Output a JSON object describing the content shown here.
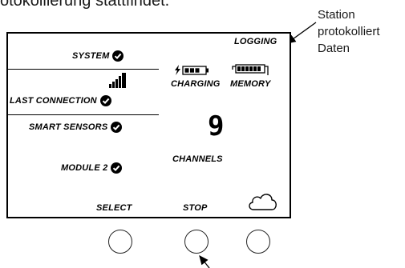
{
  "intro_text": "otokollierung stattfindet.",
  "callout": {
    "lines": [
      "Station",
      "protokolliert",
      "Daten"
    ]
  },
  "display": {
    "status_top": "LOGGING",
    "left": {
      "system": "SYSTEM",
      "last_connection": "LAST CONNECTION",
      "smart_sensors": "SMART SENSORS",
      "module": "MODULE 2"
    },
    "charging_label": "CHARGING",
    "memory_label": "MEMORY",
    "channel_count": "9",
    "channels_label": "CHANNELS",
    "softkeys": {
      "left": "SELECT",
      "middle": "STOP"
    },
    "icons": [
      "check-icon",
      "signal-bars-icon",
      "battery-icon",
      "lightning-icon",
      "memory-icon",
      "cloud-icon"
    ]
  },
  "buttons": [
    "left",
    "middle",
    "right"
  ],
  "colors": {
    "lcd_ink": "#000000",
    "background": "#ffffff"
  }
}
